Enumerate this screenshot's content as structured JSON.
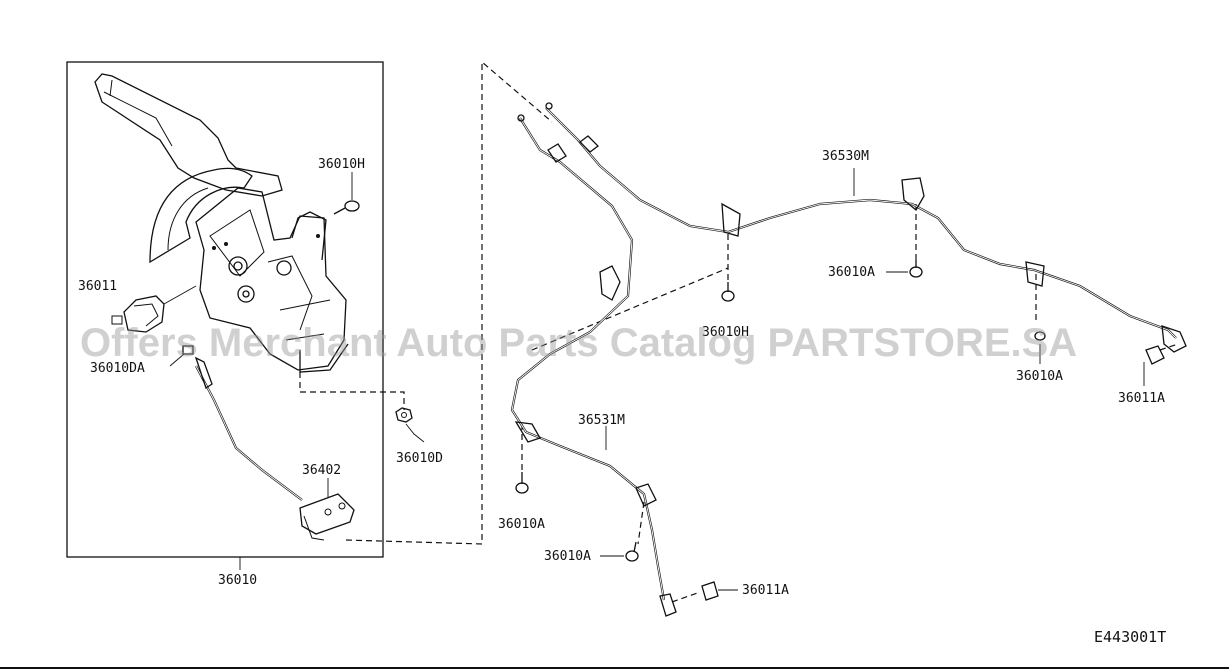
{
  "figure_code": "E443001T",
  "watermark": "Offers Merchant Auto Parts Catalog PARTSTORE.SA",
  "callouts": {
    "c36010H": "36010H",
    "c36011": "36011",
    "c36010DA": "36010DA",
    "c36010D": "36010D",
    "c36402": "36402",
    "c36010": "36010",
    "c36530M": "36530M",
    "c36010A_1": "36010A",
    "c36010A_2": "36010A",
    "c36010A_3": "36010A",
    "c36010A_4": "36010A",
    "c36010H_2": "36010H",
    "c36531M": "36531M",
    "c36011A_1": "36011A",
    "c36011A_2": "36011A"
  }
}
